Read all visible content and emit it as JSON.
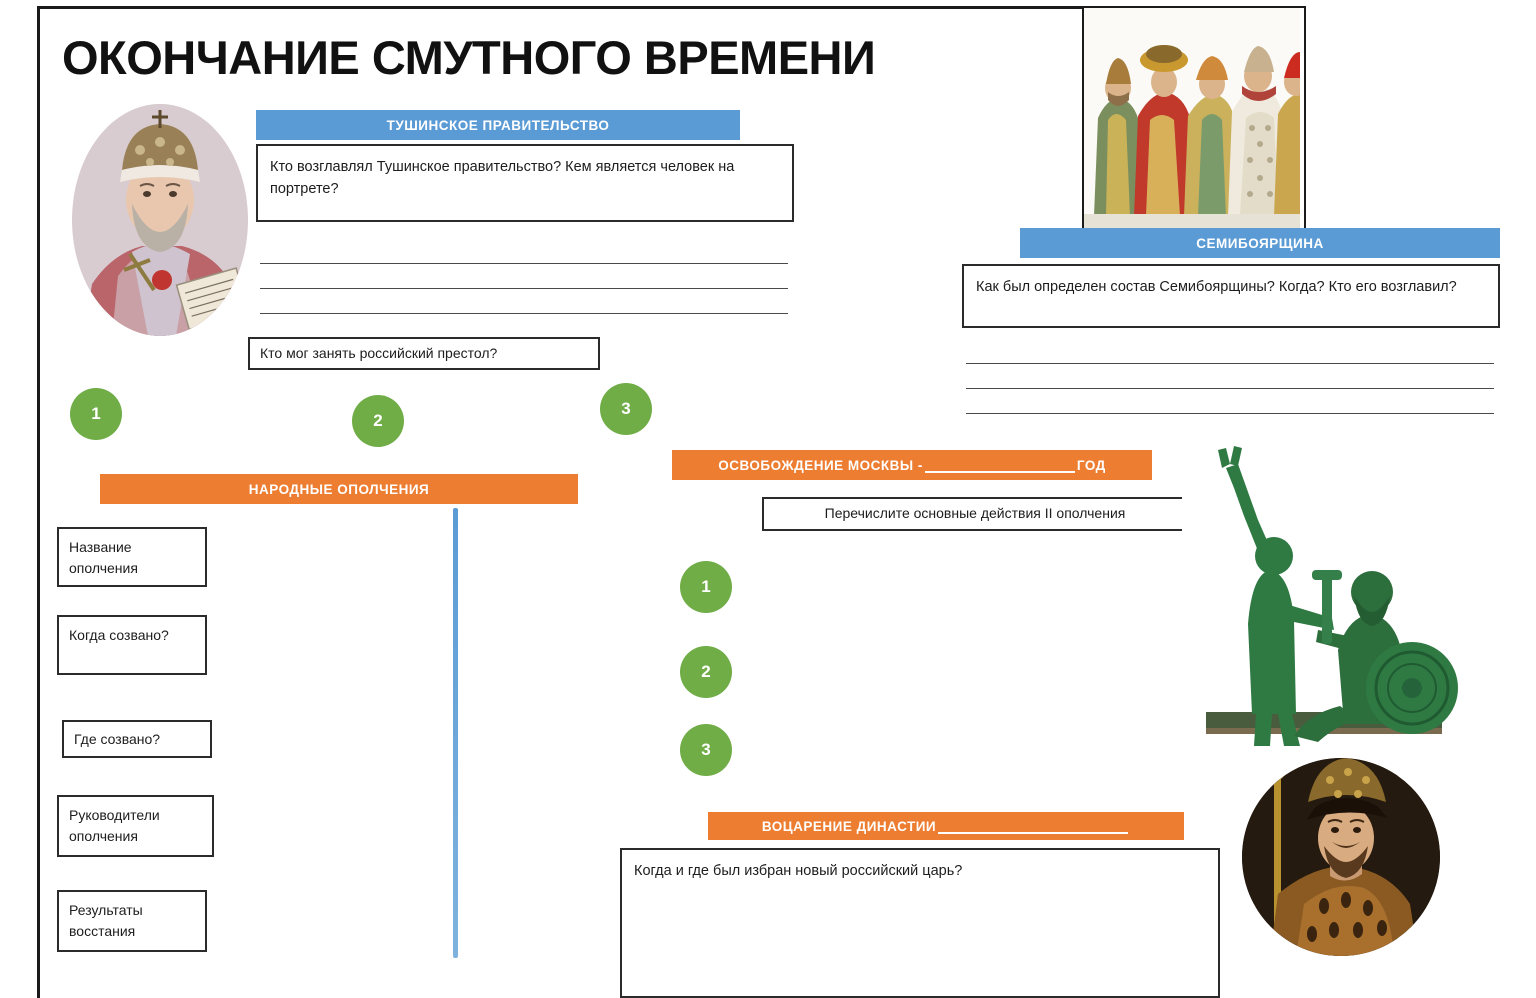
{
  "page": {
    "title": "ОКОНЧАНИЕ СМУТНОГО ВРЕМЕНИ"
  },
  "sections": {
    "tushino": {
      "header": "ТУШИНСКОЕ ПРАВИТЕЛЬСТВО",
      "question": "Кто возглавлял Тушинское правительство? Кем является человек на портрете?",
      "answer_lines": 3,
      "follow_up": "Кто мог занять российский престол?"
    },
    "semiboyarshchina": {
      "header": "СЕМИБОЯРЩИНА",
      "question": "Как был определен состав Семибоярщины? Когда? Кто его возглавил?",
      "answer_lines": 3
    },
    "militias": {
      "header": "НАРОДНЫЕ ОПОЛЧЕНИЯ",
      "rows": [
        "Название ополчения",
        "Когда созвано?",
        "Где созвано?",
        "Руководители ополчения",
        "Результаты восстания"
      ]
    },
    "liberation": {
      "header_prefix": "ОСВОБОЖДЕНИЕ МОСКВЫ - ",
      "header_suffix": "ГОД",
      "question": "Перечислите основные действия II ополчения",
      "steps": [
        "1",
        "2",
        "3"
      ]
    },
    "dynasty": {
      "header": "ВОЦАРЕНИЕ ДИНАСТИИ",
      "question": "Когда и где был избран новый российский царь?"
    }
  },
  "numbered_choices": [
    "1",
    "2",
    "3"
  ],
  "images": {
    "patriarch_portrait": "patriarch-portrait-image",
    "seven_boyars": "seven-boyars-illustration",
    "minin_pozharsky": "minin-pozharsky-monument-image",
    "tsar_portrait": "tsar-mikhail-romanov-portrait-image"
  },
  "colors": {
    "blue": "#5B9BD5",
    "orange": "#ED7D31",
    "green": "#70AD47",
    "outline": "#2b2b2b"
  }
}
